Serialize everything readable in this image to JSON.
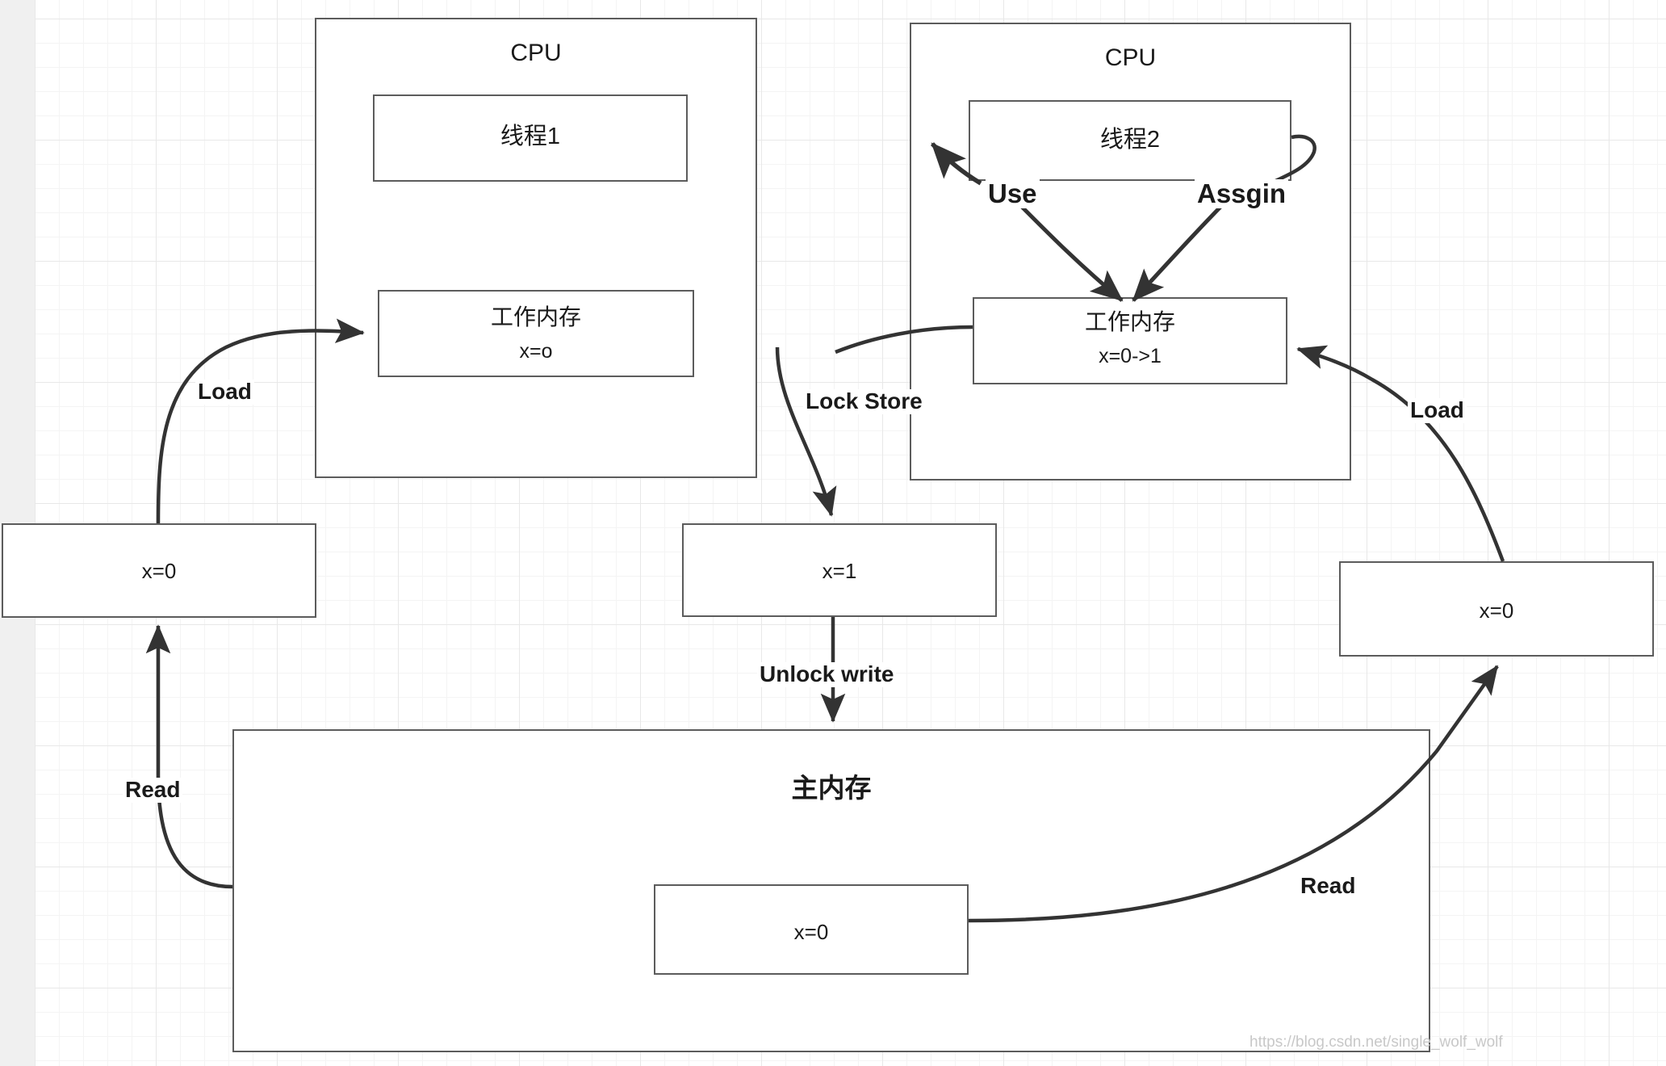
{
  "diagram": {
    "title_note": "JMM memory model diagram",
    "cpu_left": {
      "label": "CPU",
      "thread": {
        "label": "线程1"
      },
      "working_memory": {
        "title": "工作内存",
        "value": "x=o"
      }
    },
    "cpu_right": {
      "label": "CPU",
      "thread": {
        "label": "线程2"
      },
      "working_memory": {
        "title": "工作内存",
        "value": "x=0->1"
      },
      "ops": {
        "use": "Use",
        "assign": "Assgin"
      }
    },
    "main_memory": {
      "label": "主内存",
      "cell": {
        "value": "x=0"
      }
    },
    "cache_boxes": {
      "left": {
        "value": "x=0"
      },
      "center": {
        "value": "x=1"
      },
      "right": {
        "value": "x=0"
      }
    },
    "edges": {
      "load_left": "Load",
      "read_left": "Read",
      "lock_store": "Lock Store",
      "unlock_write": "Unlock write",
      "load_right": "Load",
      "read_right": "Read"
    },
    "watermark": "https://blog.csdn.net/single_wolf_wolf",
    "colors": {
      "stroke": "#5c5c5c",
      "arrow": "#333333",
      "text": "#1a1a1a",
      "grid_minor": "#f4f4f4",
      "grid_major": "#e8e8e8",
      "canvas": "#ffffff",
      "margin": "#f0f0f0",
      "watermark": "#c8c8c8"
    }
  }
}
